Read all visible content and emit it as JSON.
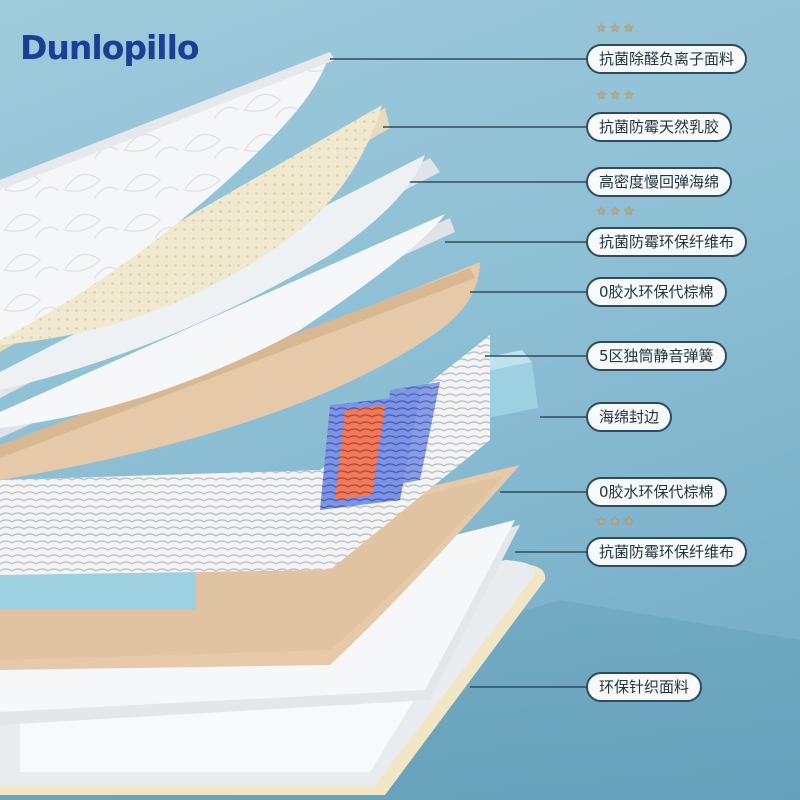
{
  "brand": {
    "name": "Dunlopillo",
    "color": "#1b3f95"
  },
  "layers": [
    {
      "label": "抗菌除醛负离子面料",
      "starred": true
    },
    {
      "label": "抗菌防霉天然乳胶",
      "starred": true
    },
    {
      "label": "高密度慢回弹海绵",
      "starred": false
    },
    {
      "label": "抗菌防霉环保纤维布",
      "starred": true
    },
    {
      "label": "0胶水环保代棕棉",
      "starred": false
    },
    {
      "label": "5区独筒静音弹簧",
      "starred": false
    },
    {
      "label": "海绵封边",
      "starred": false
    },
    {
      "label": "0胶水环保代棕棉",
      "starred": false
    },
    {
      "label": "抗菌防霉环保纤维布",
      "starred": true
    },
    {
      "label": "环保针织面料",
      "starred": false
    }
  ],
  "star_icon": "star-icon",
  "colors": {
    "background": "#8dbfd4",
    "label_border": "#2f4b5c",
    "latex": "#f1e9cf",
    "coconut_fiber": "#e6c9a8",
    "spring_red": "#e86a4e",
    "spring_blue": "#6a86e0",
    "foam_edge": "#9dd0e0"
  }
}
